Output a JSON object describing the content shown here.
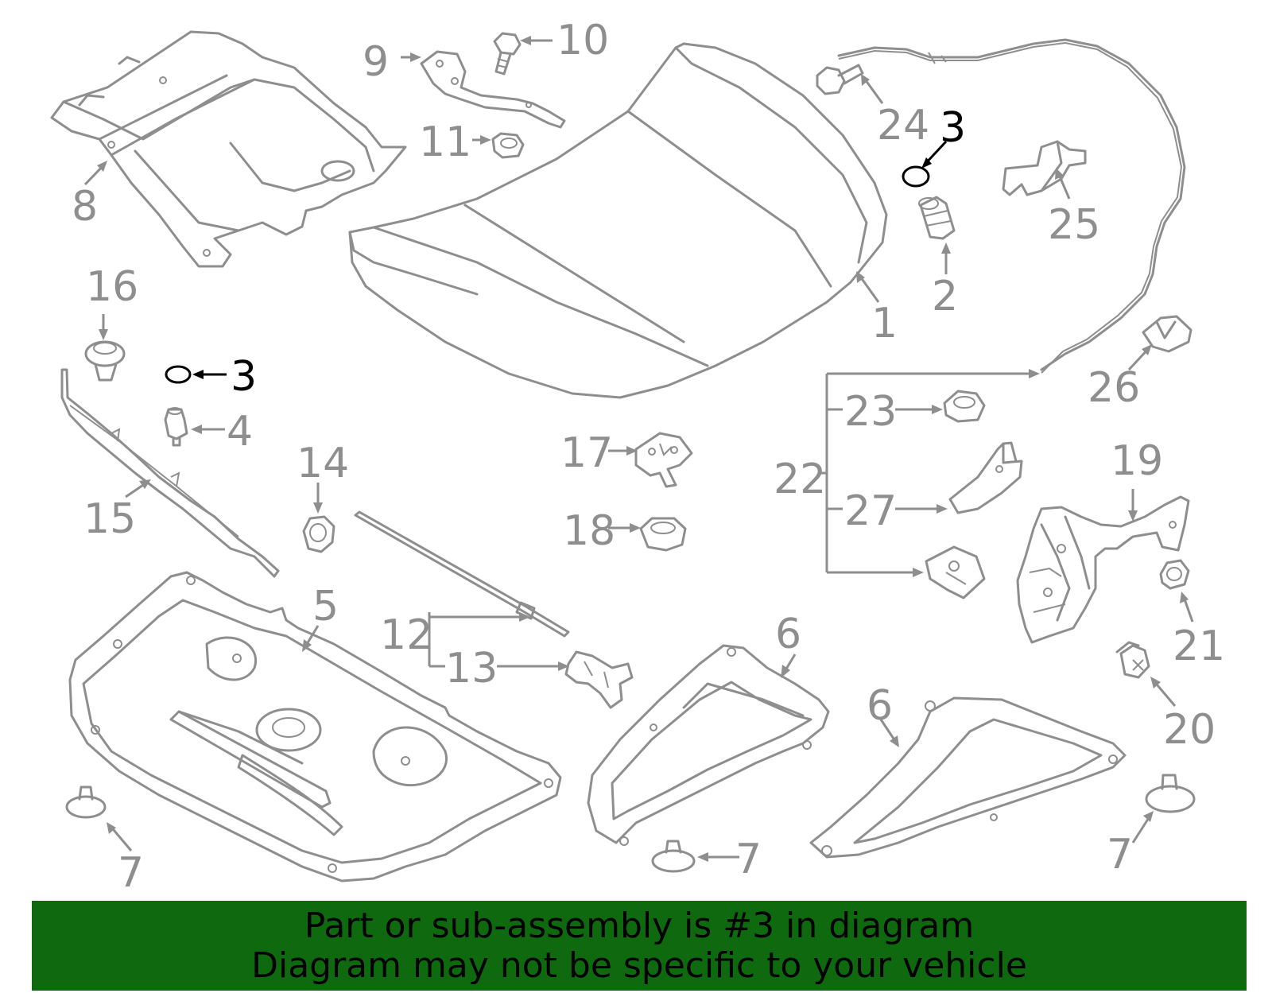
{
  "callouts": {
    "c1": "1",
    "c2": "2",
    "c3a": "3",
    "c3b": "3",
    "c4": "4",
    "c5": "5",
    "c6a": "6",
    "c6b": "6",
    "c7a": "7",
    "c7b": "7",
    "c7c": "7",
    "c8": "8",
    "c9": "9",
    "c10": "10",
    "c11": "11",
    "c12": "12",
    "c13": "13",
    "c14": "14",
    "c15": "15",
    "c16": "16",
    "c17": "17",
    "c18": "18",
    "c19": "19",
    "c20": "20",
    "c21": "21",
    "c22": "22",
    "c23": "23",
    "c24": "24",
    "c25": "25",
    "c26": "26",
    "c27": "27"
  },
  "highlight": {
    "part_number": "3",
    "color": "#000000"
  },
  "banner": {
    "line1": "Part or sub-assembly is #3 in diagram",
    "line2": "Diagram may not be specific to your vehicle",
    "background": "#0f6a0f"
  },
  "colors": {
    "line_art": "#8e8e8e",
    "background": "#ffffff"
  }
}
